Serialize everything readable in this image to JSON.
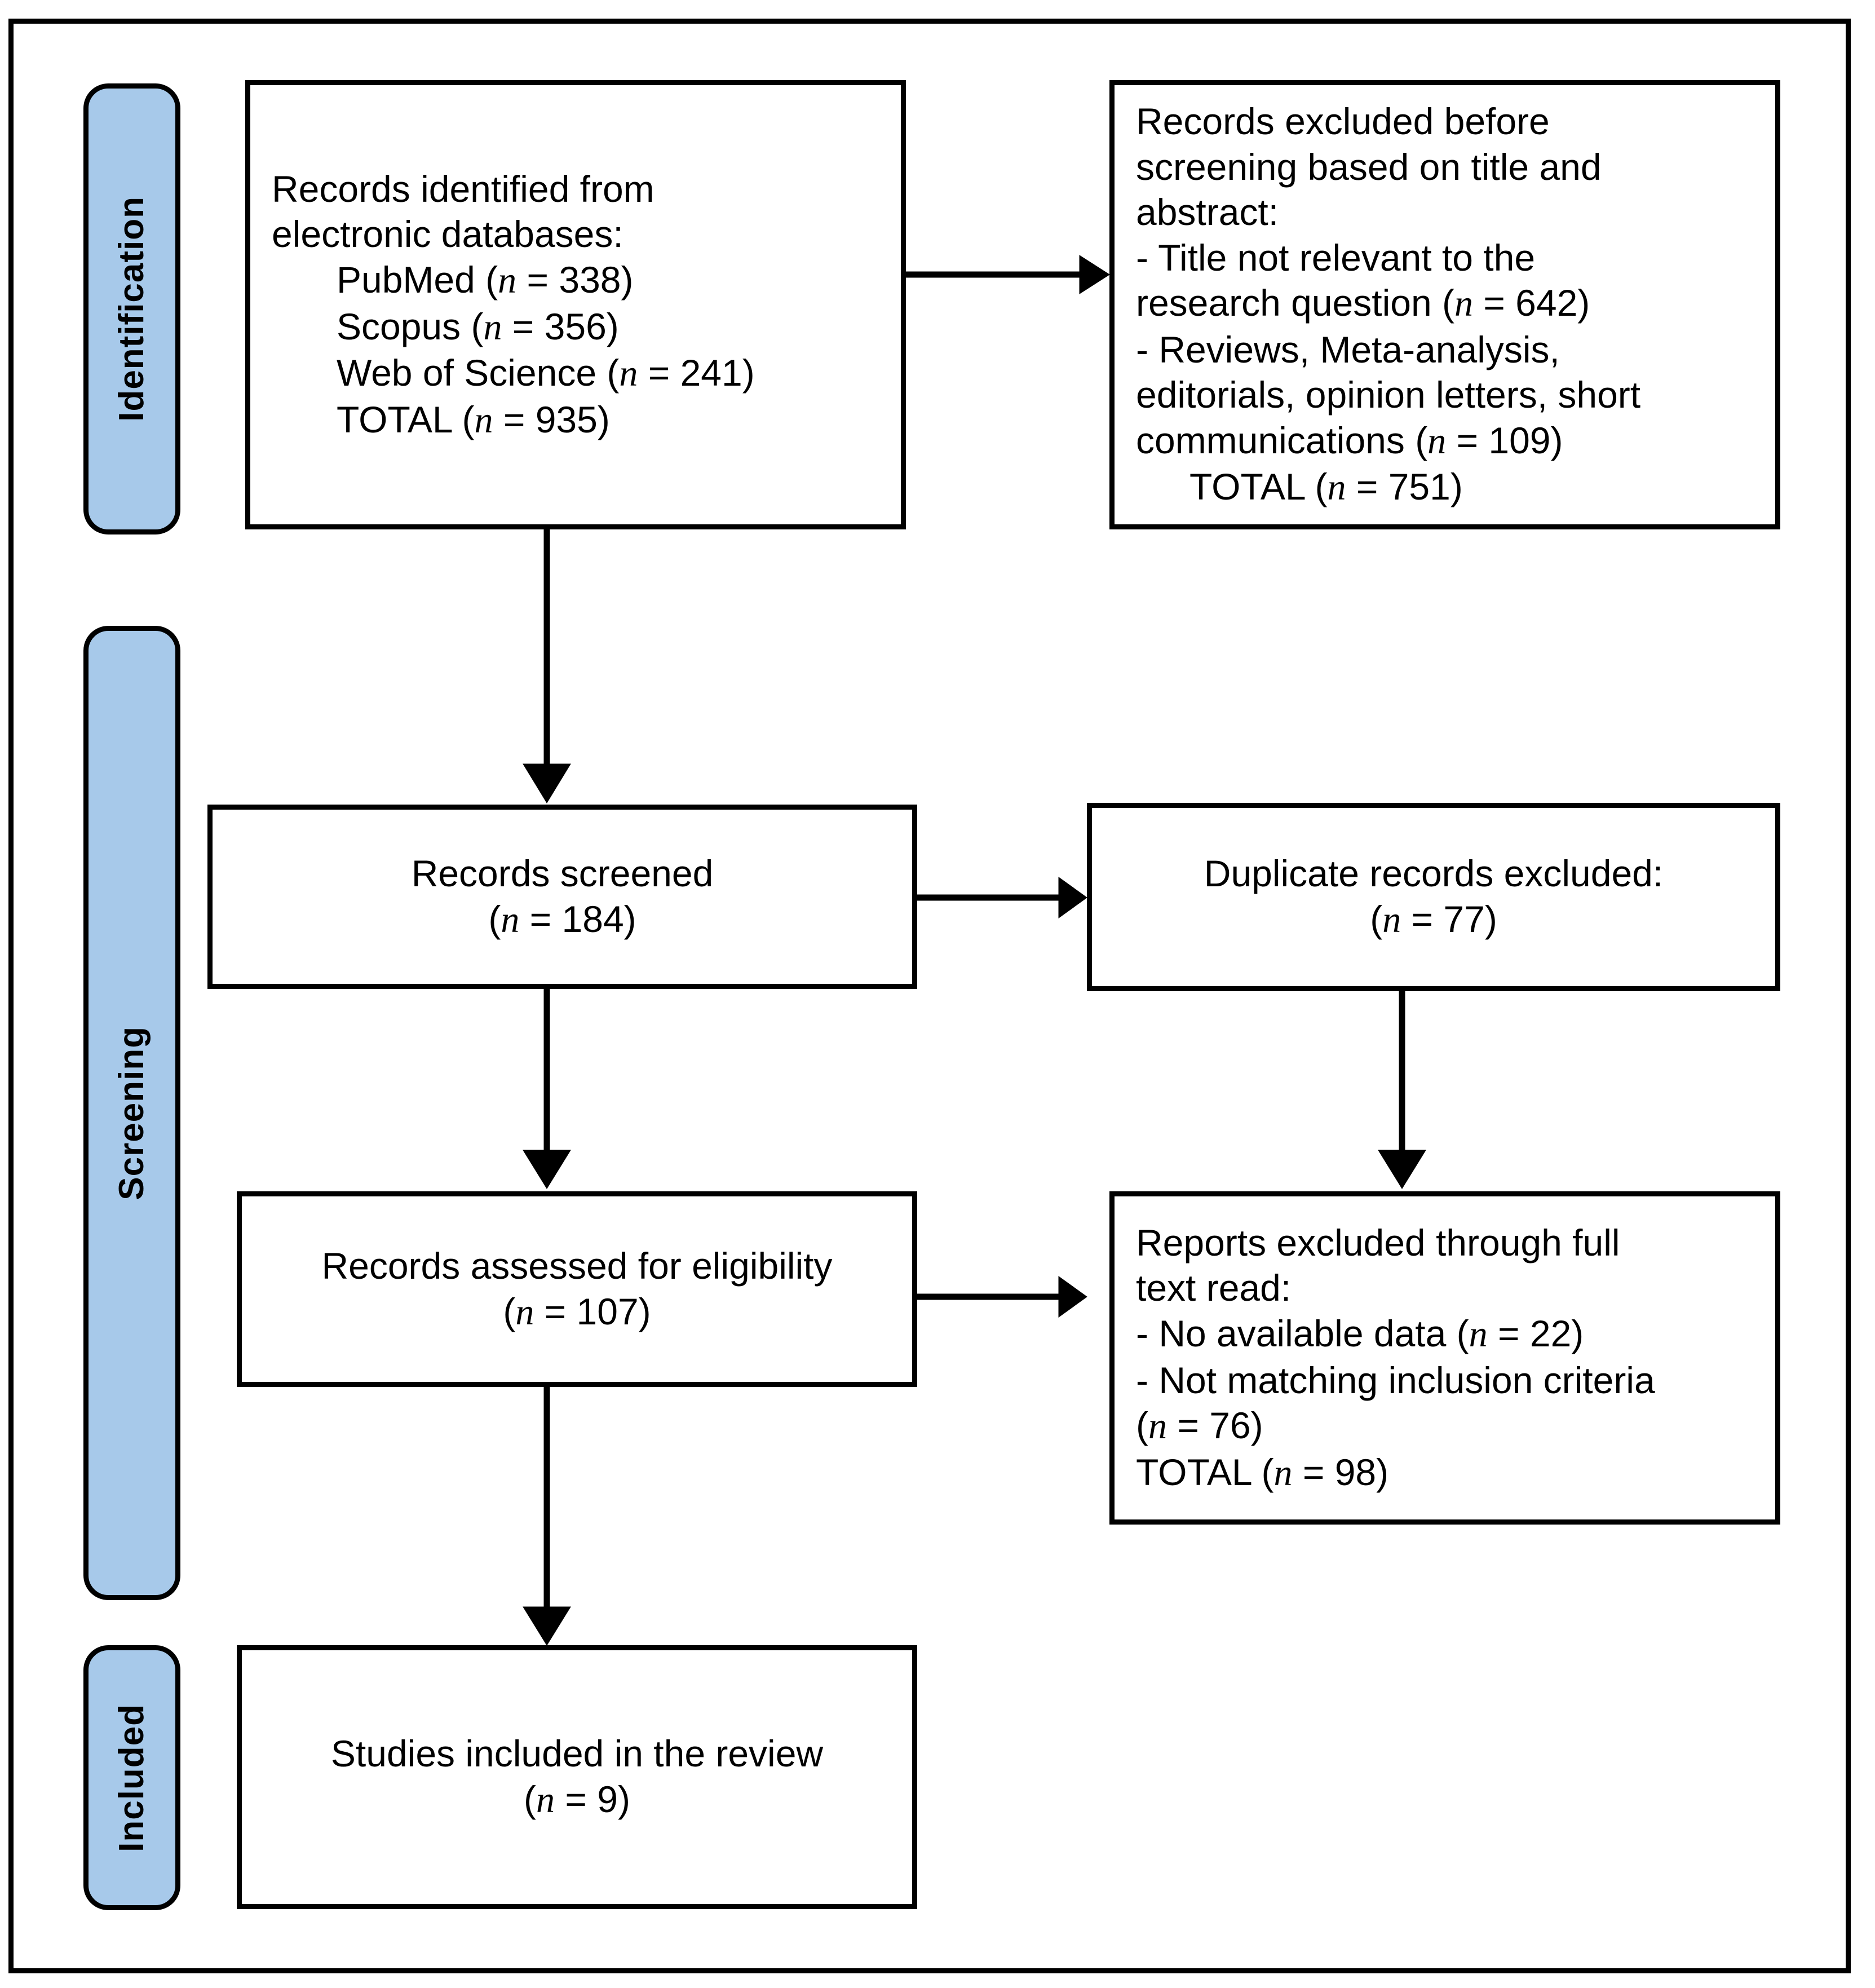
{
  "diagram": {
    "type": "prisma-flow-diagram",
    "accent_color": "#A7C9EA",
    "line_color": "#000000",
    "background_color": "#FFFFFF"
  },
  "stages": [
    {
      "id": "identification",
      "label": "Identification"
    },
    {
      "id": "screening",
      "label": "Screening"
    },
    {
      "id": "included",
      "label": "Included"
    }
  ],
  "boxes": {
    "records_identified": {
      "id": "records-identified",
      "lines": [
        "Records identified from",
        "electronic databases:",
        "PubMed (n = 338)",
        "Scopus (n = 356)",
        "Web of Science (n = 241)",
        "TOTAL (n = 935)"
      ],
      "l0": "Records identified from",
      "l1": "electronic databases:",
      "l2_label": "PubMed (",
      "l2_n": "n",
      "l2_val": " = 338)",
      "l3_label": "Scopus (",
      "l3_n": "n",
      "l3_val": " = 356)",
      "l4_label": "Web of Science (",
      "l4_n": "n",
      "l4_val": " = 241)",
      "l5_label": "TOTAL (",
      "l5_n": "n",
      "l5_val": " = 935)"
    },
    "records_excluded_before_screening": {
      "id": "records-excluded-before-screening",
      "l0": "Records excluded before",
      "l1": "screening based on title and",
      "l2": "abstract:",
      "l3a": "- Title not relevant to the",
      "l3b_label": "research question (",
      "l3b_n": "n",
      "l3b_val": " = 642)",
      "l4a": "- Reviews, Meta-analysis,",
      "l4b": "editorials, opinion letters, short",
      "l4c_label": "communications (",
      "l4c_n": "n",
      "l4c_val": " = 109)",
      "l5_label": "TOTAL (",
      "l5_n": "n",
      "l5_val": " = 751)"
    },
    "records_screened": {
      "id": "records-screened",
      "title": "Records screened",
      "count_prefix": "(",
      "count_n": "n",
      "count_val": " = 184)"
    },
    "duplicate_records_excluded": {
      "id": "duplicate-records-excluded",
      "title": "Duplicate records excluded:",
      "count_prefix": "(",
      "count_n": "n",
      "count_val": " = 77)"
    },
    "records_assessed": {
      "id": "records-assessed-for-eligibility",
      "title": "Records assessed for eligibility",
      "count_prefix": "(",
      "count_n": "n",
      "count_val": " = 107)"
    },
    "reports_excluded_full_text": {
      "id": "reports-excluded-full-text",
      "l0": "Reports excluded through full",
      "l1": "text read:",
      "l2_label": "- No available data (",
      "l2_n": "n",
      "l2_val": " = 22)",
      "l3": "- Not matching inclusion criteria",
      "l4_prefix": "(",
      "l4_n": "n",
      "l4_val": " = 76)",
      "l5_label": "TOTAL (",
      "l5_n": "n",
      "l5_val": " = 98)"
    },
    "studies_included": {
      "id": "studies-included-in-review",
      "title": "Studies included in the review",
      "count_prefix": "(",
      "count_n": "n",
      "count_val": " = 9)"
    }
  },
  "arrows": [
    {
      "id": "identified-to-excluded",
      "from": "records_identified",
      "to": "records_excluded_before_screening",
      "direction": "right"
    },
    {
      "id": "identified-to-screened",
      "from": "records_identified",
      "to": "records_screened",
      "direction": "down"
    },
    {
      "id": "screened-to-duplicates",
      "from": "records_screened",
      "to": "duplicate_records_excluded",
      "direction": "right"
    },
    {
      "id": "screened-to-assessed",
      "from": "records_screened",
      "to": "records_assessed",
      "direction": "down"
    },
    {
      "id": "duplicates-to-reports-excluded",
      "from": "duplicate_records_excluded",
      "to": "reports_excluded_full_text",
      "direction": "down"
    },
    {
      "id": "assessed-to-reports-excluded",
      "from": "records_assessed",
      "to": "reports_excluded_full_text",
      "direction": "right"
    },
    {
      "id": "assessed-to-included",
      "from": "records_assessed",
      "to": "studies_included",
      "direction": "down"
    }
  ]
}
